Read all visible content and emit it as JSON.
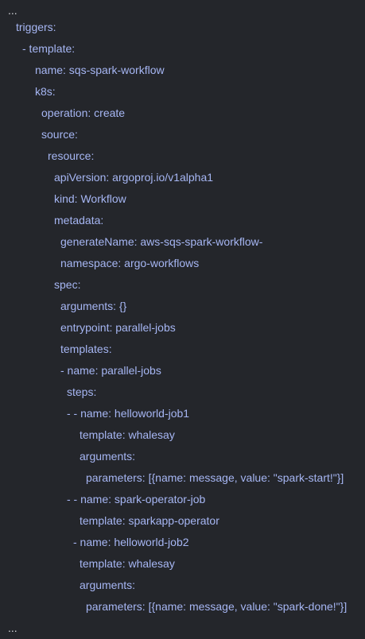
{
  "lines": [
    {
      "text": "..."
    },
    {
      "text": "triggers:"
    },
    {
      "text": "- template:"
    },
    {
      "text": "name: sqs-spark-workflow"
    },
    {
      "text": "k8s:"
    },
    {
      "text": "operation: create"
    },
    {
      "text": "source:"
    },
    {
      "text": "resource:"
    },
    {
      "text": "apiVersion: argoproj.io/v1alpha1"
    },
    {
      "text": "kind: Workflow"
    },
    {
      "text": "metadata:"
    },
    {
      "text": "generateName: aws-sqs-spark-workflow-"
    },
    {
      "text": "namespace: argo-workflows"
    },
    {
      "text": "spec:"
    },
    {
      "text": "arguments: {}"
    },
    {
      "text": "entrypoint: parallel-jobs"
    },
    {
      "text": "templates:"
    },
    {
      "text": "- name: parallel-jobs"
    },
    {
      "text": "steps:"
    },
    {
      "text": "- - name: helloworld-job1"
    },
    {
      "text": "template: whalesay"
    },
    {
      "text": "arguments:"
    },
    {
      "text": "parameters: [{name: message, value: \"spark-start!\"}]"
    },
    {
      "text": "- - name: spark-operator-job"
    },
    {
      "text": "template: sparkapp-operator"
    },
    {
      "text": "- name: helloworld-job2"
    },
    {
      "text": "template: whalesay"
    },
    {
      "text": "arguments:"
    },
    {
      "text": "parameters: [{name: message, value: \"spark-done!\"}]"
    },
    {
      "text": "..."
    }
  ]
}
